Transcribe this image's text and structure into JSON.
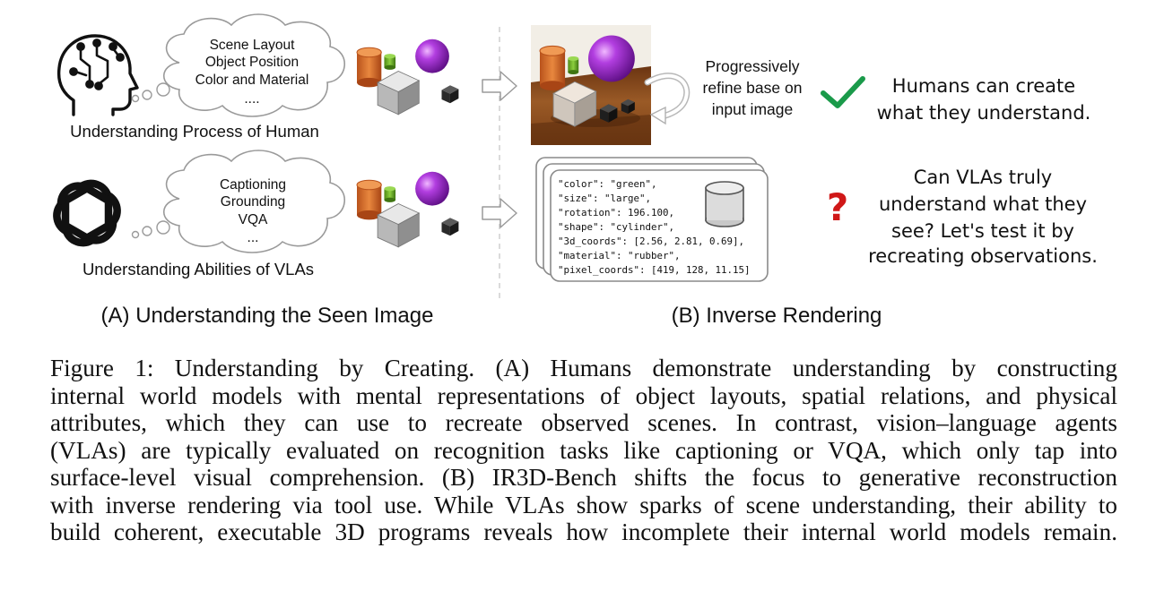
{
  "panel_a": {
    "human": {
      "thought_lines": [
        "Scene Layout",
        "Object Position",
        "Color and Material",
        "...."
      ],
      "label": "Understanding Process of Human"
    },
    "vla": {
      "thought_lines": [
        "Captioning",
        "Grounding",
        "VQA",
        "..."
      ],
      "label": "Understanding Abilities of VLAs"
    },
    "title": "(A) Understanding the Seen Image"
  },
  "panel_b": {
    "refine_lines": [
      "Progressively",
      "refine base on",
      "input image"
    ],
    "human_statement": [
      "Humans can create",
      "what they understand."
    ],
    "code_lines": [
      "\"color\": \"green\",",
      "\"size\": \"large\",",
      "\"rotation\": 196.100,",
      "\"shape\": \"cylinder\",",
      "\"3d_coords\": [2.56, 2.81, 0.69],",
      "\"material\": \"rubber\",",
      "\"pixel_coords\": [419, 128, 11.15]"
    ],
    "vla_question": [
      "Can VLAs truly",
      "understand what they",
      "see? Let's test it by",
      "recreating observations."
    ],
    "title": "(B) Inverse Rendering",
    "check_symbol": "✔",
    "question_symbol": "?"
  },
  "caption": {
    "lines": [
      "Figure 1: Understanding by Creating. (A) Humans demonstrate understanding by constructing",
      "internal world models with mental representations of object layouts, spatial relations, and physical",
      "attributes, which they can use to recreate observed scenes. In contrast, vision–language agents",
      "(VLAs) are typically evaluated on recognition tasks like captioning or VQA, which only tap into",
      "surface-level visual comprehension. (B) IR3D-Bench shifts the focus to generative reconstruction",
      "with inverse rendering via tool use. While VLAs show sparks of scene understanding, their ability to",
      "build coherent, executable 3D programs reveals how incomplete their internal world models remain."
    ]
  },
  "colors": {
    "check": "#1a9a4a",
    "question": "#d01818",
    "sphere": "#9b27c6",
    "cylinder_orange": "#d2692a",
    "cylinder_green": "#6fae2b",
    "table_wood": "#8a4a1c"
  }
}
